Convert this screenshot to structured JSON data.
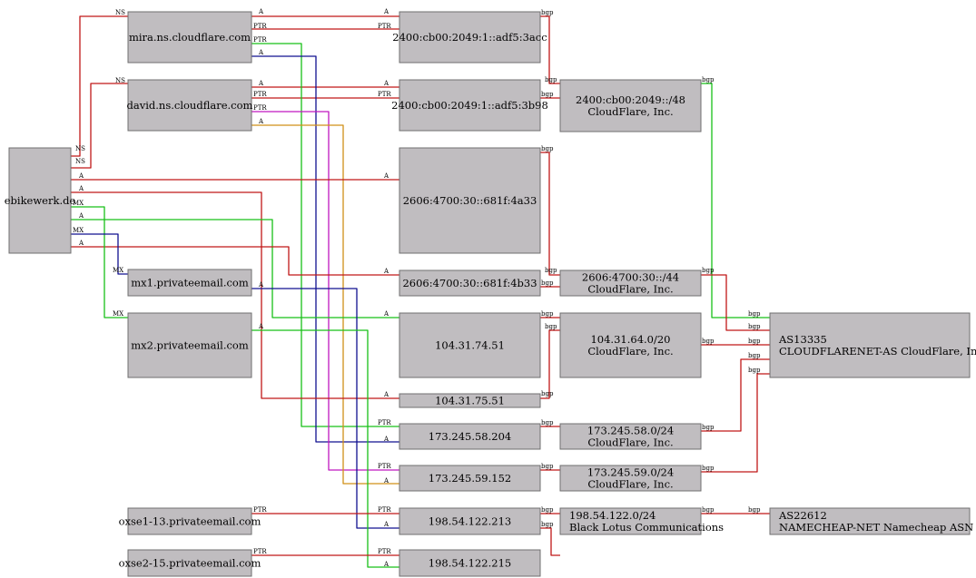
{
  "colors": {
    "a_record": "#c01818",
    "ptr_record": "#18c018",
    "ns_record": "#c01818",
    "mx_record": "#18c018",
    "bgp": "#c01818",
    "node_fill": "#c0bdc0",
    "wire_blue": "#101090",
    "wire_magenta": "#c018c0",
    "wire_orange": "#d09018"
  },
  "nodes": {
    "ebikewerk": {
      "lines": [
        "ebikewerk.de"
      ]
    },
    "mira": {
      "lines": [
        "mira.ns.cloudflare.com"
      ]
    },
    "david": {
      "lines": [
        "david.ns.cloudflare.com"
      ]
    },
    "mx1": {
      "lines": [
        "mx1.privateemail.com"
      ]
    },
    "mx2": {
      "lines": [
        "mx2.privateemail.com"
      ]
    },
    "oxse1": {
      "lines": [
        "oxse1-13.privateemail.com"
      ]
    },
    "oxse2": {
      "lines": [
        "oxse2-15.privateemail.com"
      ]
    },
    "ip6_3acc": {
      "lines": [
        "2400:cb00:2049:1::adf5:3acc"
      ]
    },
    "ip6_3b98": {
      "lines": [
        "2400:cb00:2049:1::adf5:3b98"
      ]
    },
    "ip6_4a33": {
      "lines": [
        "2606:4700:30::681f:4a33"
      ]
    },
    "ip6_4b33": {
      "lines": [
        "2606:4700:30::681f:4b33"
      ]
    },
    "ip4_7451": {
      "lines": [
        "104.31.74.51"
      ]
    },
    "ip4_7551": {
      "lines": [
        "104.31.75.51"
      ]
    },
    "ip4_58204": {
      "lines": [
        "173.245.58.204"
      ]
    },
    "ip4_59152": {
      "lines": [
        "173.245.59.152"
      ]
    },
    "ip4_213": {
      "lines": [
        "198.54.122.213"
      ]
    },
    "ip4_215": {
      "lines": [
        "198.54.122.215"
      ]
    },
    "pfx_2400": {
      "lines": [
        "2400:cb00:2049::/48",
        "CloudFlare, Inc."
      ]
    },
    "pfx_2606": {
      "lines": [
        "2606:4700:30::/44",
        "CloudFlare, Inc."
      ]
    },
    "pfx_10431": {
      "lines": [
        "104.31.64.0/20",
        "CloudFlare, Inc."
      ]
    },
    "pfx_17358": {
      "lines": [
        "173.245.58.0/24",
        "CloudFlare, Inc."
      ]
    },
    "pfx_17359": {
      "lines": [
        "173.245.59.0/24",
        "CloudFlare, Inc."
      ]
    },
    "pfx_19854": {
      "lines": [
        "198.54.122.0/24",
        "Black Lotus Communications"
      ]
    },
    "as13335": {
      "lines": [
        "AS13335",
        "CLOUDFLARENET-AS CloudFlare, Inc."
      ]
    },
    "as22612": {
      "lines": [
        "AS22612",
        "NAMECHEAP-NET Namecheap ASN"
      ]
    }
  },
  "edge_labels": {
    "ns": "NS",
    "a": "A",
    "ptr": "PTR",
    "mx": "MX",
    "bgp": "bgp"
  }
}
